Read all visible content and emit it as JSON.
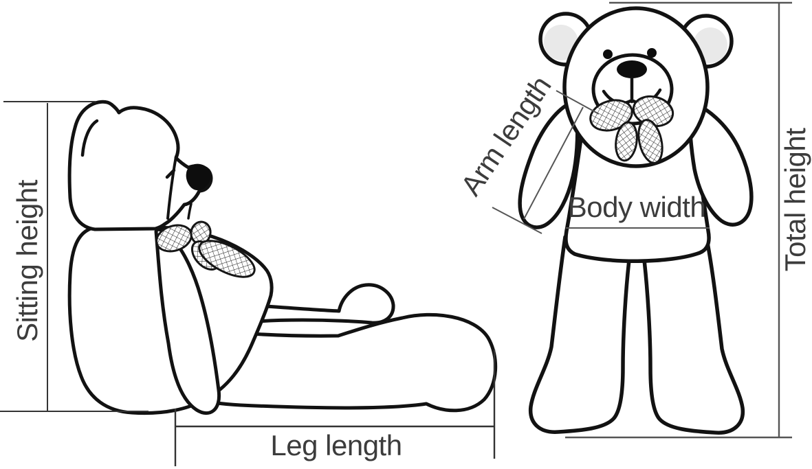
{
  "diagram": {
    "type": "size-guide",
    "subject": "teddy bear measurement diagram",
    "views": [
      {
        "name": "side-view-sitting-teddy-bear"
      },
      {
        "name": "front-view-standing-teddy-bear"
      }
    ],
    "measurements": [
      {
        "id": "sitting_height",
        "label": "Sitting height",
        "orientation": "vertical-left"
      },
      {
        "id": "leg_length",
        "label": "Leg length",
        "orientation": "horizontal-bottom"
      },
      {
        "id": "arm_length",
        "label": "Arm length",
        "orientation": "diagonal"
      },
      {
        "id": "body_width",
        "label": "Body width",
        "orientation": "horizontal"
      },
      {
        "id": "total_height",
        "label": "Total height",
        "orientation": "vertical-right"
      }
    ],
    "colors": {
      "outline": "#121212",
      "measure_line_dark": "#333333",
      "measure_line_gray": "#555555",
      "label_text": "#3c3c3c",
      "background": "#ffffff",
      "inner_ear": "#e9e9e9"
    }
  }
}
